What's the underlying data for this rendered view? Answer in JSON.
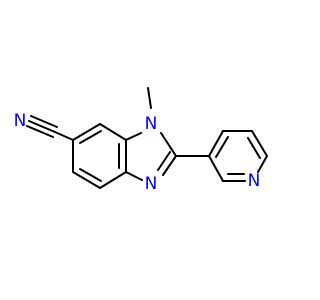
{
  "molecule": {
    "atoms": {
      "nitrile_n": {
        "label": "N",
        "color": "#0000ff"
      },
      "n1": {
        "label": "N",
        "color": "#0000ff"
      },
      "n3": {
        "label": "N",
        "color": "#0000ff"
      },
      "pyridine_n": {
        "label": "N",
        "color": "#0000ff"
      }
    },
    "bond_color": "#000000"
  }
}
